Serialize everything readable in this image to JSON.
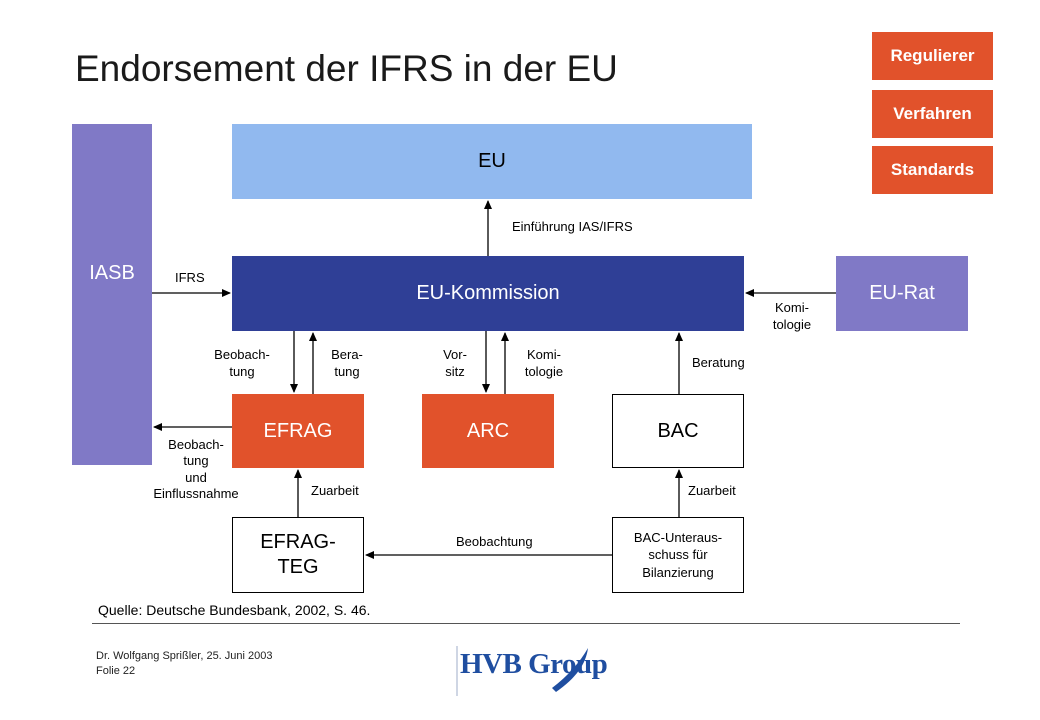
{
  "title": "Endorsement der IFRS in der EU",
  "legend": {
    "regulierer": "Regulierer",
    "verfahren": "Verfahren",
    "standards": "Standards"
  },
  "nodes": {
    "iasb": "IASB",
    "eu": "EU",
    "eu_kommission": "EU-Kommission",
    "eu_rat": "EU-Rat",
    "efrag": "EFRAG",
    "arc": "ARC",
    "bac": "BAC",
    "efrag_teg_line1": "EFRAG-",
    "efrag_teg_line2": "TEG",
    "bac_sub_line1": "BAC-Unteraus-",
    "bac_sub_line2": "schuss für",
    "bac_sub_line3": "Bilanzierung"
  },
  "edge_labels": {
    "einfuehrung": "Einführung IAS/IFRS",
    "ifrs": "IFRS",
    "komitologie_rat_1": "Komi-",
    "komitologie_rat_2": "tologie",
    "beobachtung_efrag_1": "Beobach-",
    "beobachtung_efrag_2": "tung",
    "beratung_efrag_1": "Bera-",
    "beratung_efrag_2": "tung",
    "vorsitz_1": "Vor-",
    "vorsitz_2": "sitz",
    "komitologie_arc_1": "Komi-",
    "komitologie_arc_2": "tologie",
    "beratung_bac": "Beratung",
    "beobachtung_iasb_1": "Beobach-",
    "beobachtung_iasb_2": "tung",
    "beobachtung_iasb_3": "und",
    "beobachtung_iasb_4": "Einflussnahme",
    "zuarbeit_efrag": "Zuarbeit",
    "zuarbeit_bac": "Zuarbeit",
    "beobachtung_teg": "Beobachtung"
  },
  "source": "Quelle: Deutsche Bundesbank, 2002, S. 46.",
  "footer": {
    "line1": "Dr. Wolfgang Sprißler, 25. Juni 2003",
    "line2": "Folie 22"
  },
  "logo": "HVB Group",
  "colors": {
    "iasb": "#8079c6",
    "eu": "#91b9ef",
    "eu_kommission": "#2f3f96",
    "eu_rat": "#8079c6",
    "efrag": "#e1522b",
    "arc": "#e1522b",
    "legend": "#e1522b"
  }
}
